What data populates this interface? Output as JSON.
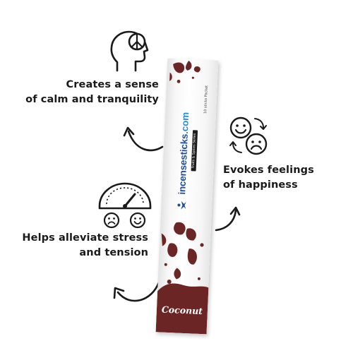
{
  "benefits": {
    "calm": {
      "line1": "Creates a sense",
      "line2": "of calm and tranquility"
    },
    "happiness": {
      "line1": "Evokes feelings",
      "line2": "of happiness"
    },
    "stress": {
      "line1": "Helps alleviate stress",
      "line2": "and tension"
    }
  },
  "packet": {
    "count": "10 sticks Packet",
    "brand": "incensesticks",
    "brand_suffix": ".com",
    "series": "Fruits & Spices Series",
    "flavor": "Coconut"
  },
  "icons": {
    "calm": "head-with-peace-sign-icon",
    "happiness": "happy-sad-faces-icon",
    "stress": "stress-gauge-icon",
    "brand_logo": "lotus-figure-logo"
  },
  "colors": {
    "text": "#1a1a1a",
    "accent_maroon": "#6b2525",
    "brand_blue": "#1f4ea0",
    "packet_white": "#f7f7f7"
  }
}
